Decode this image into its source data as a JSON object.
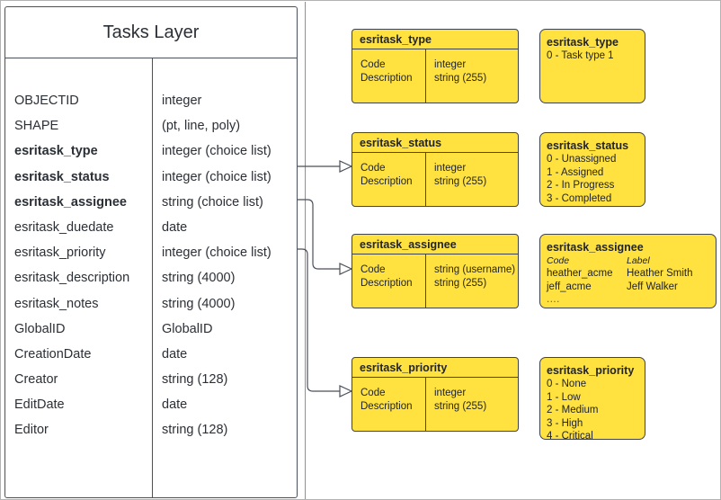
{
  "diagram": {
    "entity": {
      "title": "Tasks Layer",
      "column_headers": {
        "field": "",
        "type": ""
      },
      "fields": [
        {
          "name": "OBJECTID",
          "type": "integer",
          "bold": false
        },
        {
          "name": "SHAPE",
          "type": "(pt, line, poly)",
          "bold": false
        },
        {
          "name": "esritask_type",
          "type": "integer (choice list)",
          "bold": true
        },
        {
          "name": "esritask_status",
          "type": "integer (choice list)",
          "bold": true
        },
        {
          "name": "esritask_assignee",
          "type": "string (choice list)",
          "bold": true
        },
        {
          "name": "esritask_duedate",
          "type": "date",
          "bold": false
        },
        {
          "name": "esritask_priority",
          "type": "integer (choice list)",
          "bold": false
        },
        {
          "name": "esritask_description",
          "type": "string (4000)",
          "bold": false
        },
        {
          "name": "esritask_notes",
          "type": "string (4000)",
          "bold": false
        },
        {
          "name": "GlobalID",
          "type": "GlobalID",
          "bold": false
        },
        {
          "name": "CreationDate",
          "type": "date",
          "bold": false
        },
        {
          "name": "Creator",
          "type": "string (128)",
          "bold": false
        },
        {
          "name": "EditDate",
          "type": "date",
          "bold": false
        },
        {
          "name": "Editor",
          "type": "string (128)",
          "bold": false
        }
      ]
    },
    "lookup_tables": [
      {
        "title": "esritask_type",
        "rows_left": [
          "Code",
          "Description"
        ],
        "rows_right": [
          "integer",
          "string (255)"
        ]
      },
      {
        "title": "esritask_status",
        "rows_left": [
          "Code",
          "Description"
        ],
        "rows_right": [
          "integer",
          "string (255)"
        ]
      },
      {
        "title": "esritask_assignee",
        "rows_left": [
          "Code",
          "Description"
        ],
        "rows_right": [
          "string  (username)",
          "string (255)"
        ]
      },
      {
        "title": "esritask_priority",
        "rows_left": [
          "Code",
          "Description"
        ],
        "rows_right": [
          "integer",
          "string (255)"
        ]
      }
    ],
    "value_lists": [
      {
        "title": "esritask_type",
        "lines": [
          "0 - Task type 1"
        ]
      },
      {
        "title": "esritask_status",
        "lines": [
          "0 - Unassigned",
          "1 - Assigned",
          "2 - In Progress",
          "3 - Completed"
        ]
      },
      {
        "title": "esritask_assignee",
        "subheader": {
          "code": "Code",
          "label": "Label"
        },
        "pairs": [
          {
            "code": "heather_acme",
            "label": "Heather Smith"
          },
          {
            "code": "jeff_acme",
            "label": "Jeff Walker"
          }
        ],
        "ellipsis": "...."
      },
      {
        "title": "esritask_priority",
        "lines": [
          "0 - None",
          "1 - Low",
          "2 - Medium",
          "3 - High",
          "4 - Critical"
        ]
      }
    ],
    "colors": {
      "lookup_fill": "#FFE13F",
      "stroke": "#3f444b",
      "entity_stroke": "#4a5059",
      "text": "#2b2f36",
      "canvas": "#ffffff"
    }
  }
}
